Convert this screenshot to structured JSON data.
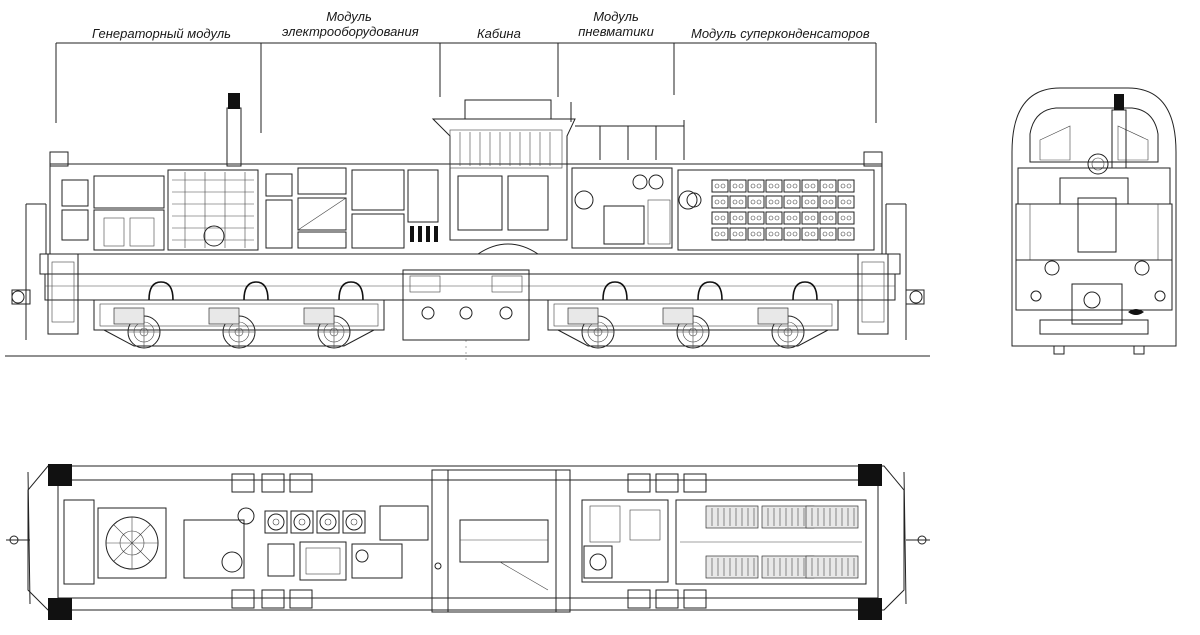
{
  "modules": {
    "generator": "Генераторный модуль",
    "electrical_line1": "Модуль",
    "electrical_line2": "электрооборудования",
    "cabin": "Кабина",
    "pneumatics_line1": "Модуль",
    "pneumatics_line2": "пневматики",
    "supercapacitors": "Модуль суперконденсаторов"
  },
  "colors": {
    "line": "#222222",
    "fill": "#ffffff",
    "dark": "#111111"
  }
}
